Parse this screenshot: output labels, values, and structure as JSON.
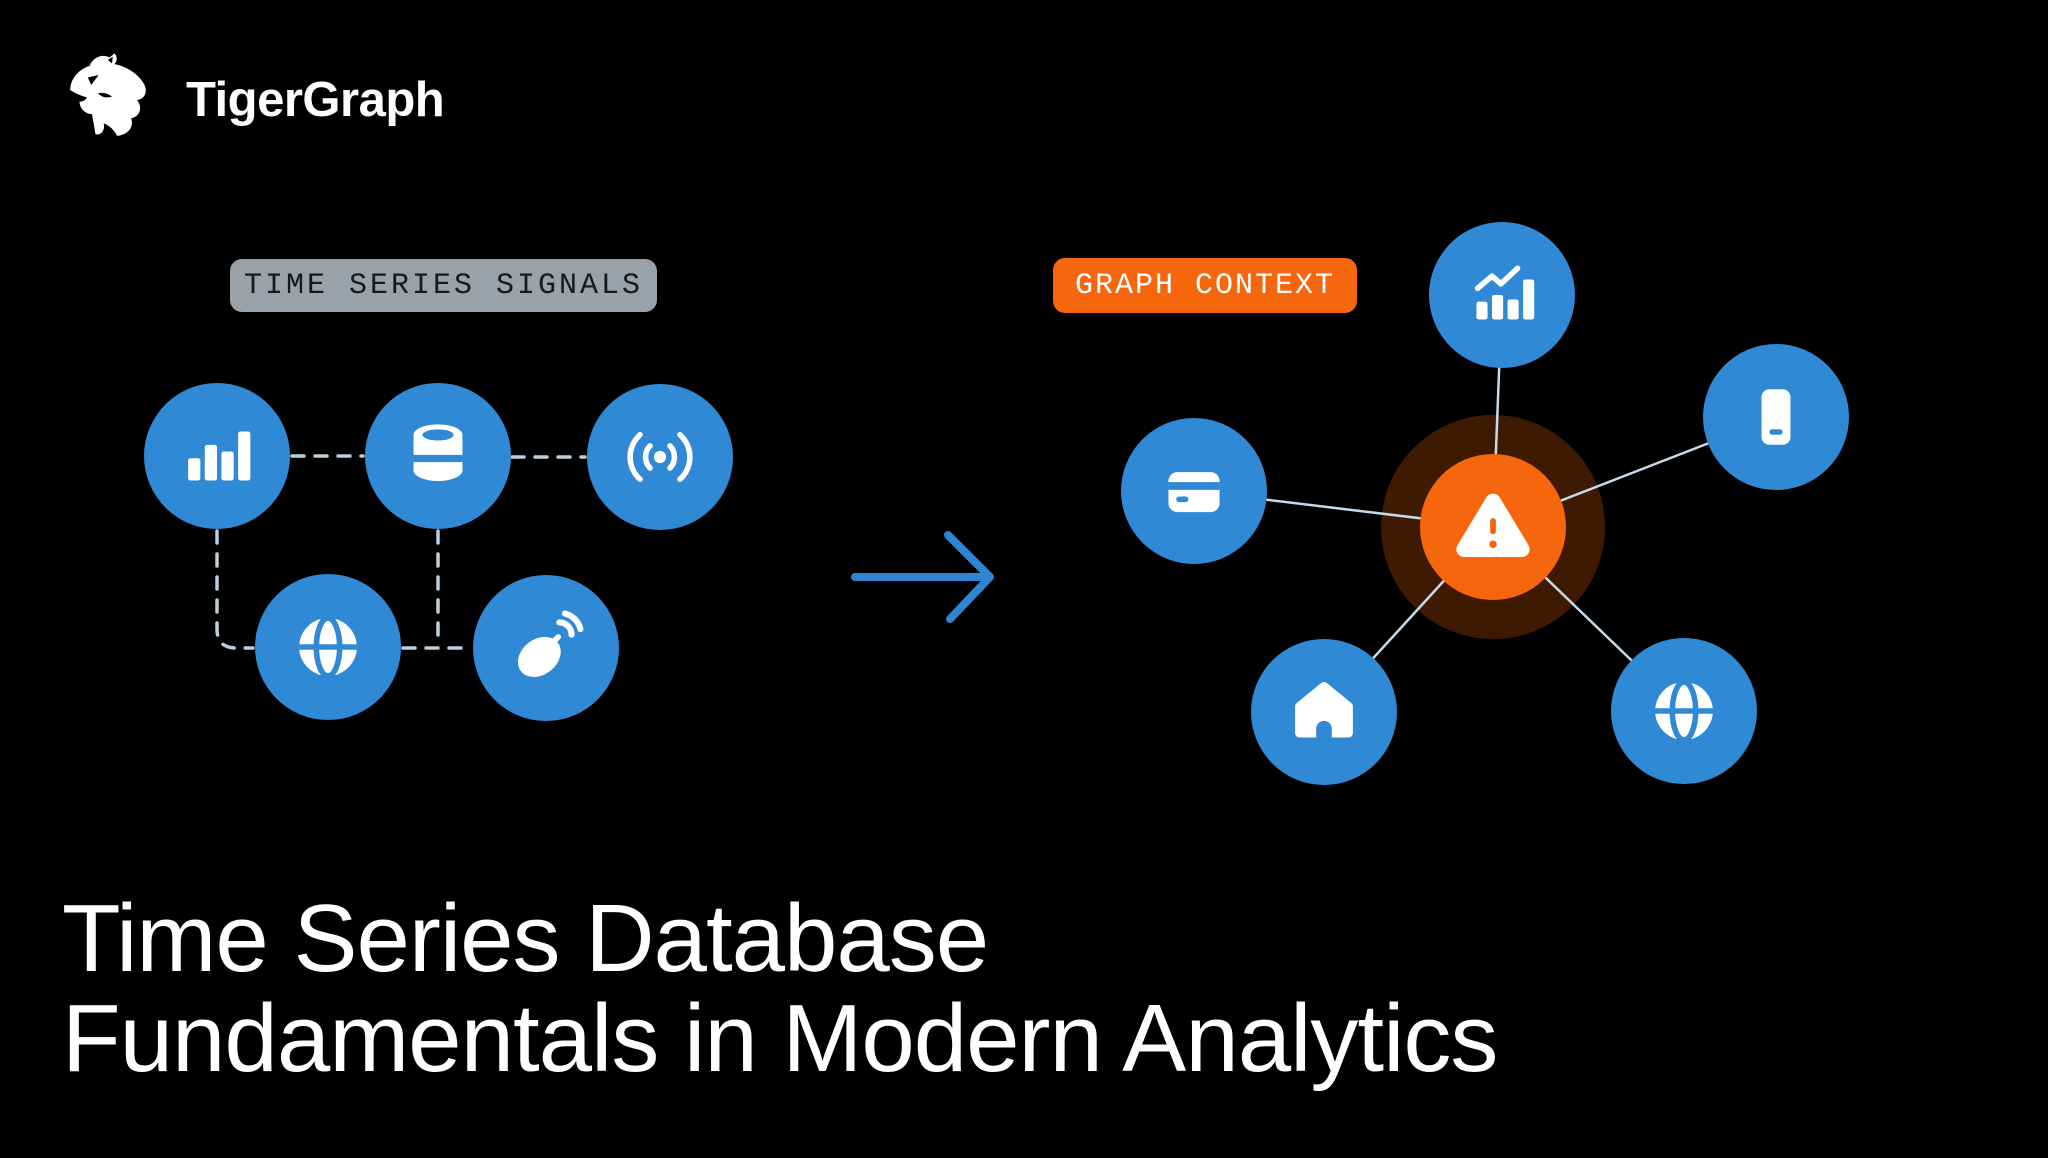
{
  "brand": {
    "name": "TigerGraph",
    "logo_icon": "tiger-head-icon"
  },
  "left_cluster": {
    "badge_label": "TIME SERIES SIGNALS",
    "badge_bg": "#9AA1A7",
    "badge_text_color": "#17191D",
    "nodes": [
      {
        "icon": "bar-chart-icon"
      },
      {
        "icon": "database-icon"
      },
      {
        "icon": "radio-signal-icon"
      },
      {
        "icon": "globe-icon"
      },
      {
        "icon": "satellite-dish-icon"
      }
    ],
    "connector_style": "dashed"
  },
  "arrow": {
    "icon": "right-arrow-icon",
    "color": "#2F85D1"
  },
  "right_cluster": {
    "badge_label": "GRAPH CONTEXT",
    "badge_bg": "#F5660D",
    "badge_text_color": "#FFFFFF",
    "center_node": {
      "icon": "alert-triangle-icon",
      "color": "#F5660D"
    },
    "nodes": [
      {
        "icon": "trend-chart-icon"
      },
      {
        "icon": "mobile-phone-icon"
      },
      {
        "icon": "credit-card-icon"
      },
      {
        "icon": "home-icon"
      },
      {
        "icon": "globe-icon"
      }
    ],
    "connector_style": "solid"
  },
  "heading": {
    "line1": "Time Series Database",
    "line2": "Fundamentals in Modern Analytics"
  },
  "colors": {
    "background": "#000000",
    "node_blue": "#3089D4",
    "accent_orange": "#F5660D",
    "glow_orange": "rgba(244,100,12,0.26)",
    "edge_line": "#C5DAEC",
    "dashed_line": "#BCCFDC",
    "heading_white": "#FFFFFF"
  }
}
